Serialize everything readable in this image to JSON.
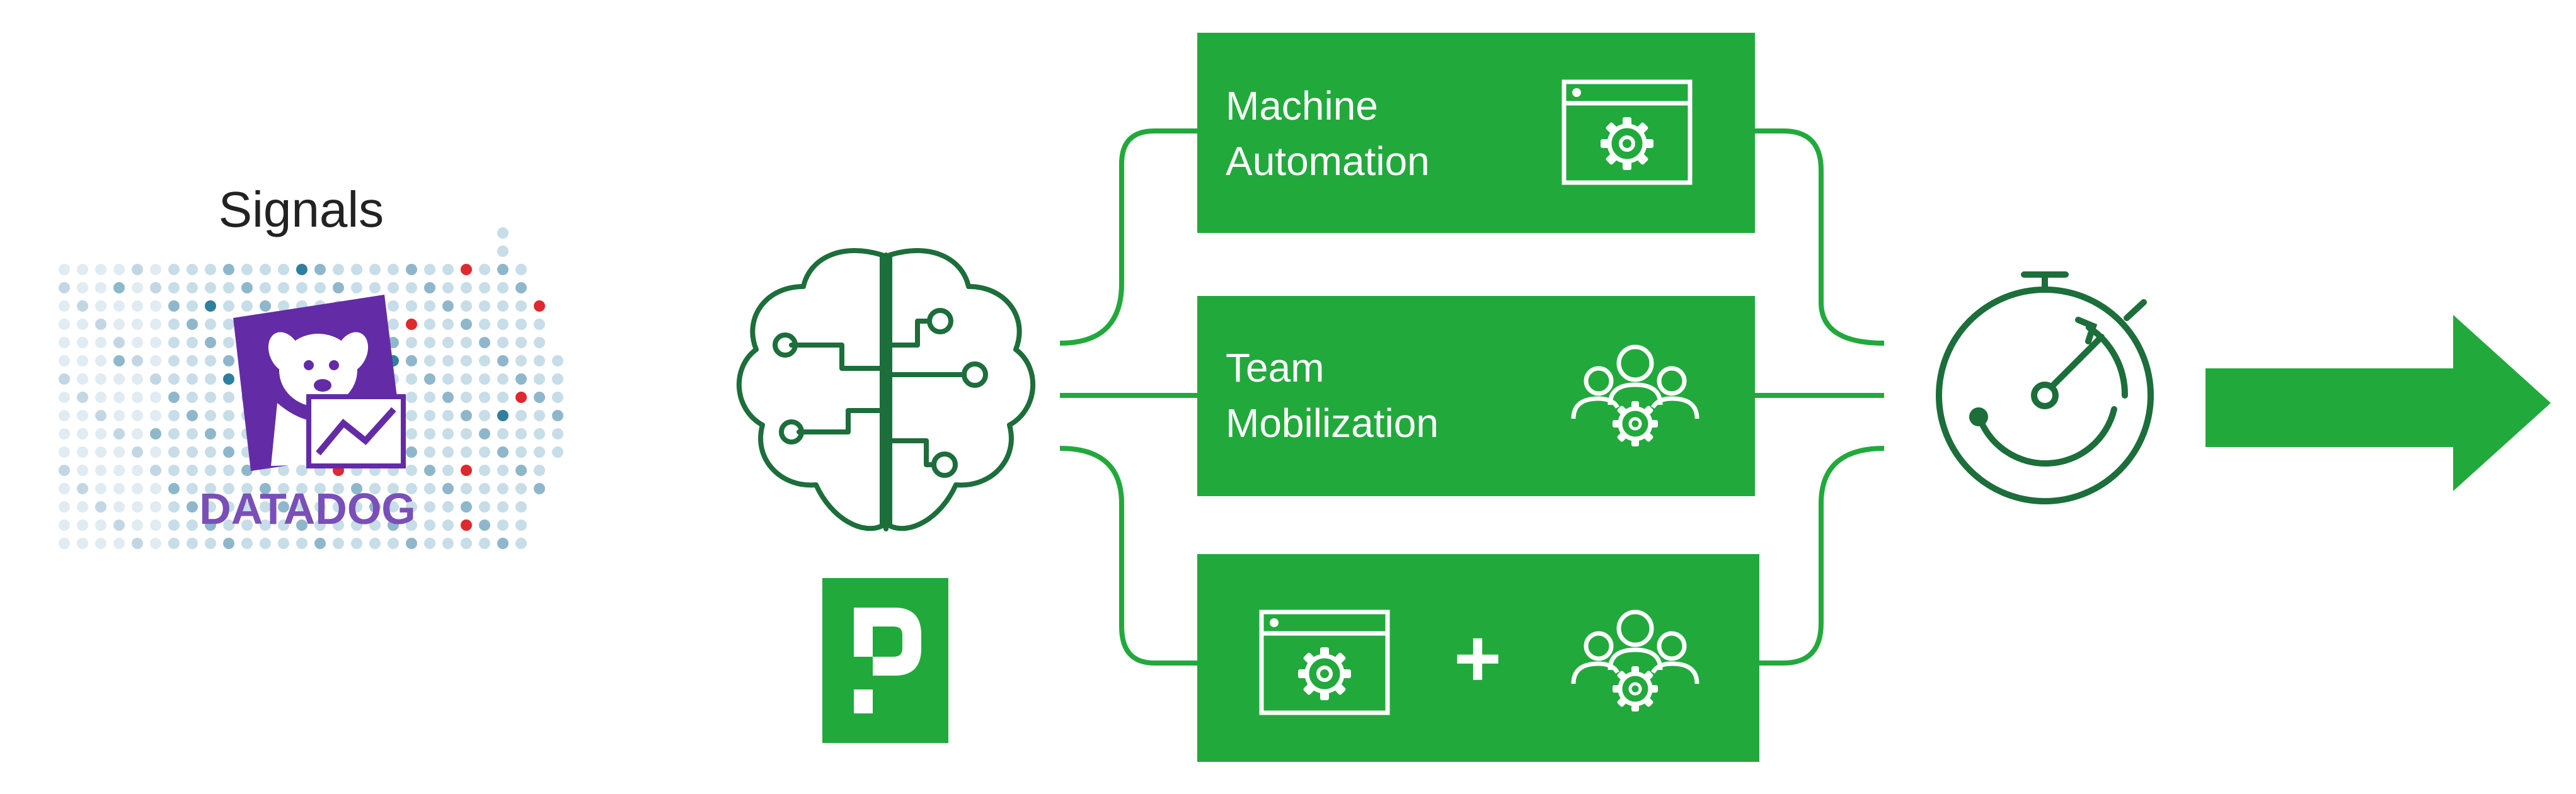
{
  "colors": {
    "green": "#22a93c",
    "dark_green": "#1c6e3a",
    "purple": "#632ca6",
    "dot_light": "#c7dde8",
    "dot_mid": "#8fb7cc",
    "dot_dark": "#2f7f9f",
    "dot_red": "#e0282f",
    "white": "#ffffff",
    "text": "#222222"
  },
  "signals": {
    "label": "Signals",
    "brand": "DATADOG"
  },
  "brain": {
    "icon": "brain-circuit-icon"
  },
  "logo": {
    "icon": "pagerduty-logo"
  },
  "boxes": {
    "machine": {
      "line1": "Machine",
      "line2": "Automation",
      "icon": "window-gear-icon"
    },
    "team": {
      "line1": "Team",
      "line2": "Mobilization",
      "icon": "team-gear-icon"
    },
    "combined": {
      "plus": "+",
      "icons": [
        "window-gear-icon",
        "team-gear-icon"
      ]
    }
  },
  "stopwatch": {
    "icon": "stopwatch-icon"
  },
  "output": {
    "icon": "arrow-right-icon"
  }
}
